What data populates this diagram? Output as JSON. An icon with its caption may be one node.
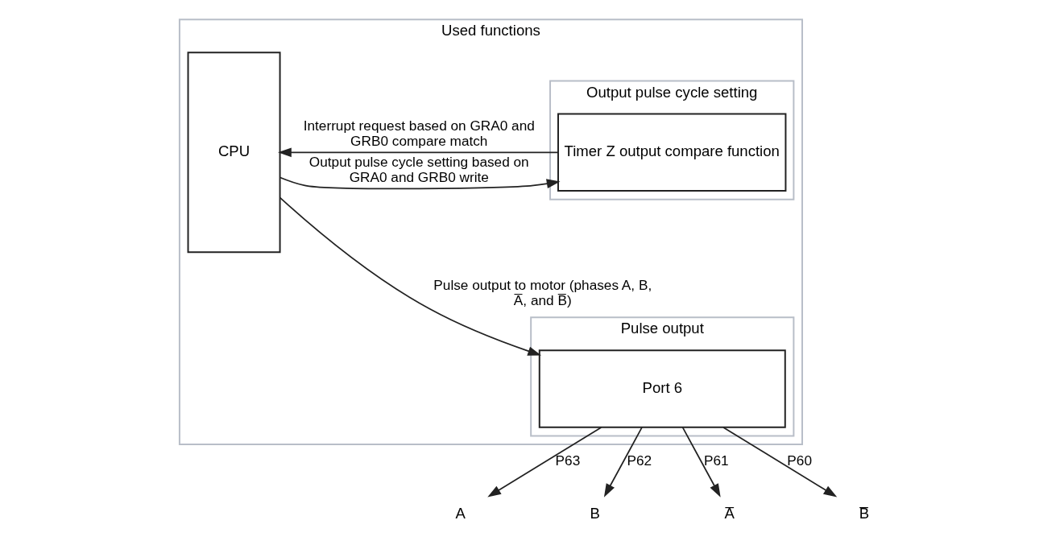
{
  "diagram": {
    "nodes": [
      {
        "text": [
          "Used functions"
        ]
      },
      {
        "text": [
          "Output pulse cycle setting"
        ],
        "in": 0
      },
      {
        "text": [
          "Timer Z output compare function"
        ],
        "in": 1
      },
      {
        "text": [
          "CPU"
        ],
        "in": 0
      },
      {
        "text": [
          "Pulse output"
        ],
        "in": 0
      },
      {
        "text": [
          "Port 6"
        ],
        "in": 4
      },
      {
        "text": [
          "A"
        ]
      },
      {
        "text": [
          "B"
        ]
      },
      {
        "text": [
          "A̅"
        ]
      },
      {
        "text": [
          "B̅"
        ]
      }
    ],
    "edges": [
      {
        "from": 2,
        "to": 3,
        "arrow": "to",
        "label": "Interrupt request based on GRA0 and GRB0 compare match"
      },
      {
        "from": 3,
        "to": 2,
        "arrow": "to",
        "label": "Output pulse cycle setting based on GRA0 and GRB0 write"
      },
      {
        "from": 3,
        "to": 5,
        "arrow": "to",
        "label": "Pulse output to motor (phases A, B, A̅, and B̅)"
      },
      {
        "from": 5,
        "to": 6,
        "arrow": "to",
        "label": "P63"
      },
      {
        "from": 5,
        "to": 7,
        "arrow": "to",
        "label": "P62"
      },
      {
        "from": 5,
        "to": 8,
        "arrow": "to",
        "label": "P61"
      },
      {
        "from": 5,
        "to": 9,
        "arrow": "to",
        "label": "P60"
      }
    ]
  }
}
